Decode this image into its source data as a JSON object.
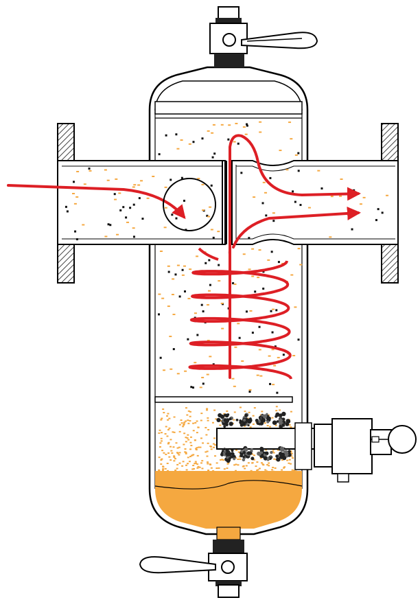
{
  "diagram": {
    "components": [
      {
        "id": "top-valve",
        "icon": "ball-valve-icon"
      },
      {
        "id": "vessel",
        "icon": "separator-vessel-icon"
      },
      {
        "id": "inlet-flange",
        "icon": "flange-icon"
      },
      {
        "id": "outlet-flange",
        "icon": "flange-icon"
      },
      {
        "id": "magnet-rod",
        "icon": "magnet-rod-icon"
      },
      {
        "id": "bottom-valve",
        "icon": "ball-valve-icon"
      }
    ],
    "colors": {
      "outline": "#000000",
      "flow": "#dd1f25",
      "sediment": "#f5a840",
      "hatch": "#444444",
      "shell": "#ffffff"
    }
  }
}
